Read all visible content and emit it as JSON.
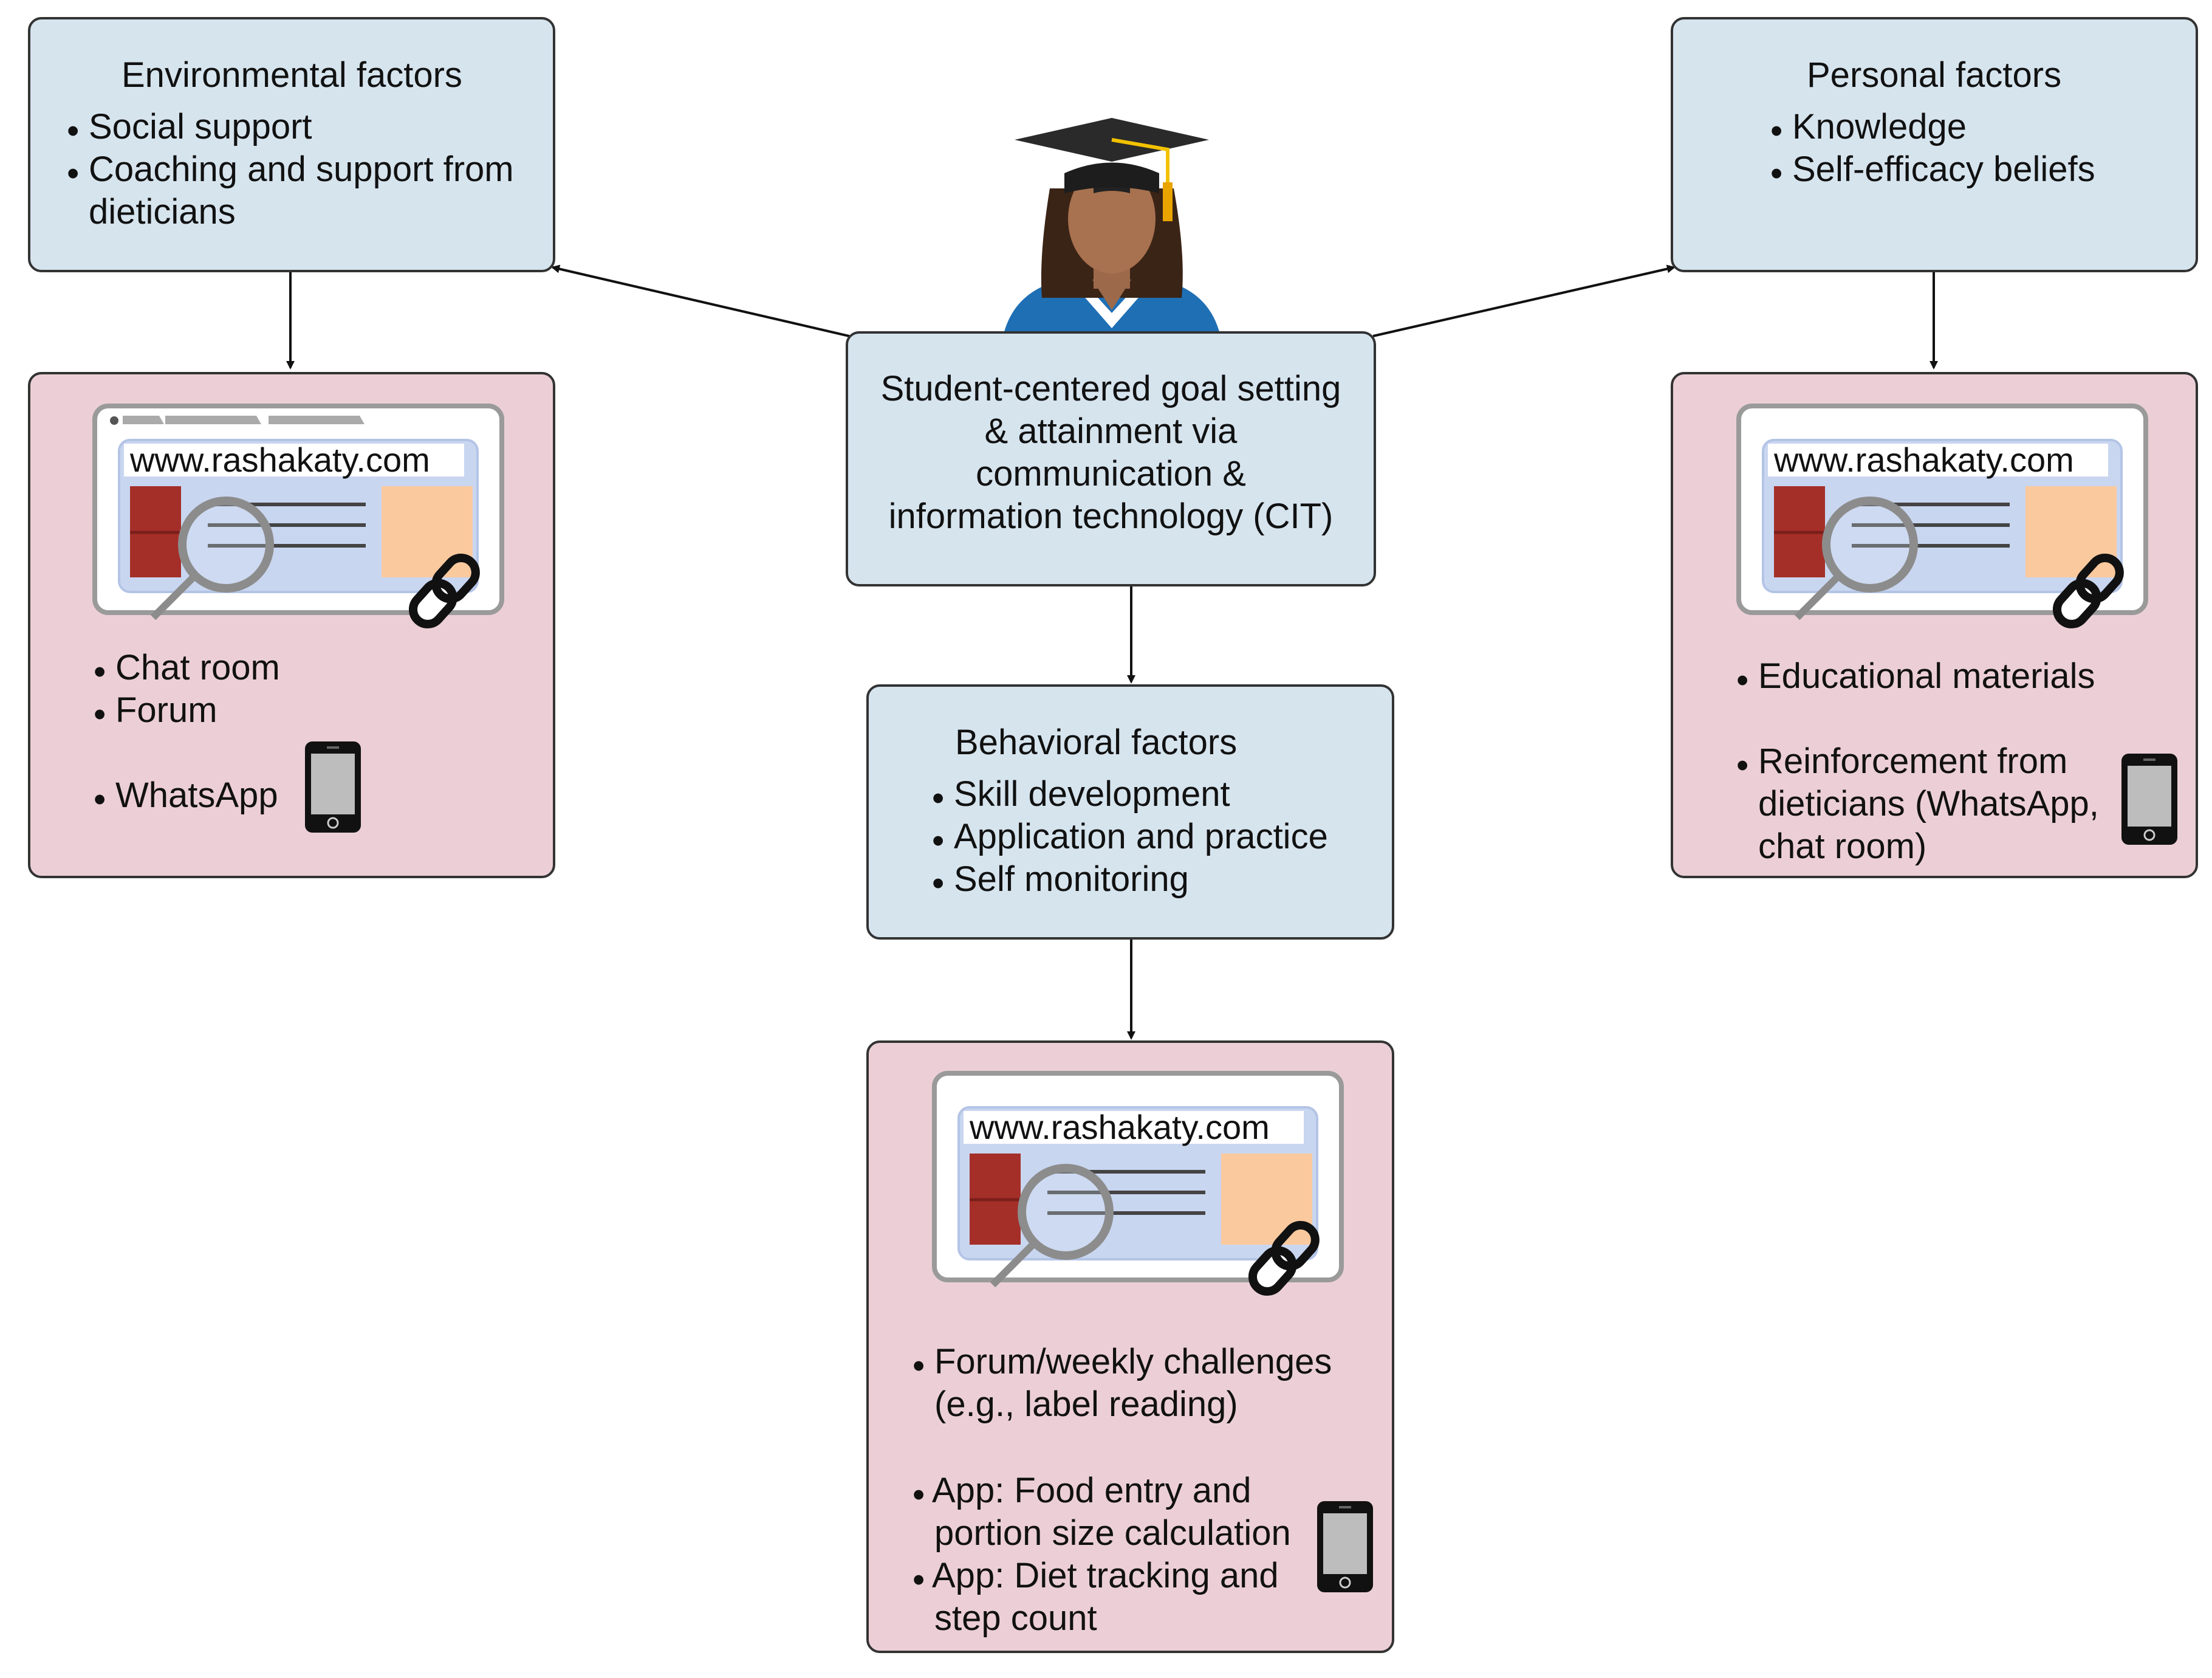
{
  "environmental": {
    "title": "Environmental factors",
    "items": [
      "Social support",
      "Coaching and support from",
      "dieticians"
    ]
  },
  "personal": {
    "title": "Personal factors",
    "items": [
      "Knowledge",
      "Self-efficacy beliefs"
    ]
  },
  "center": {
    "lines": [
      "Student-centered goal setting",
      "& attainment via",
      "communication &",
      "information technology (CIT)"
    ]
  },
  "behavioral": {
    "title": "Behavioral factors",
    "items": [
      "Skill development",
      "Application and practice",
      "Self monitoring"
    ]
  },
  "left_tools": {
    "url": "www.rashakaty.com",
    "items": [
      "Chat room",
      "Forum",
      "WhatsApp"
    ]
  },
  "right_tools": {
    "url": "www.rashakaty.com",
    "items": [
      "Educational materials",
      "Reinforcement from",
      "dieticians (WhatsApp,",
      "chat room)"
    ]
  },
  "bottom_tools": {
    "url": "www.rashakaty.com",
    "items": [
      "Forum/weekly challenges",
      "(e.g., label reading)",
      "App: Food entry and",
      "portion size calculation",
      "App: Diet tracking and",
      "step count"
    ]
  },
  "bullet_char": "•",
  "colors": {
    "factor_box": "#d6e4ee",
    "tool_box": "#eccfd6",
    "border": "#333333"
  }
}
